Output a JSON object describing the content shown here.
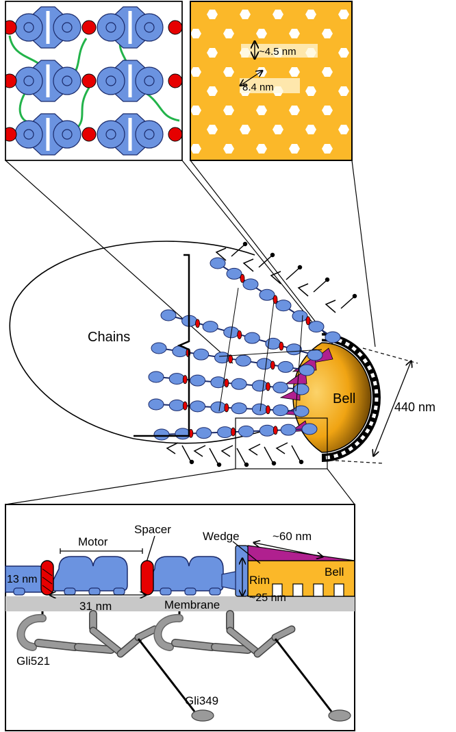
{
  "labels": {
    "pore_gap": "~4.5 nm",
    "pore_spacing": "8.4 nm",
    "chains": "Chains",
    "bell": "Bell",
    "diameter": "440 nm",
    "motor": "Motor",
    "spacer": "Spacer",
    "wedge": "Wedge",
    "wedge_length": "~60 nm",
    "bell_detail": "Bell",
    "rim": "Rim",
    "rim_height": "~25 nm",
    "membrane": "Membrane",
    "motor_width": "13 nm",
    "motor_period": "31 nm",
    "gli521": "Gli521",
    "gli349": "Gli349"
  },
  "colors": {
    "protein_blue": "#6b93e0",
    "spacer_red": "#e60000",
    "linker_green": "#22b34a",
    "bell_orange": "#fbb829",
    "wedge_magenta": "#b0208f",
    "membrane_gray": "#c8c8c8",
    "leg_gray": "#9a9a9a"
  }
}
